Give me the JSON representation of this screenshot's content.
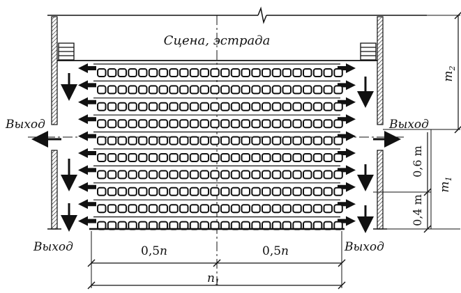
{
  "labels": {
    "stage": "Сцена, эстрада",
    "exit_left_mid": "Выход",
    "exit_right_mid": "Выход",
    "exit_left_bottom": "Выход",
    "exit_right_bottom": "Выход",
    "half_left": "0,5",
    "half_left_var": "n",
    "half_right": "0,5",
    "half_right_var": "n",
    "width_var": "n",
    "width_sub": "1",
    "m2_var": "m",
    "m2_sub": "2",
    "m1_var": "m",
    "m1_sub": "1",
    "d06": "0,6 m",
    "d04": "0,4 m"
  },
  "layout": {
    "rows": 10,
    "seats_per_row": 24
  },
  "colors": {
    "ink": "#111111",
    "paper": "#ffffff"
  }
}
